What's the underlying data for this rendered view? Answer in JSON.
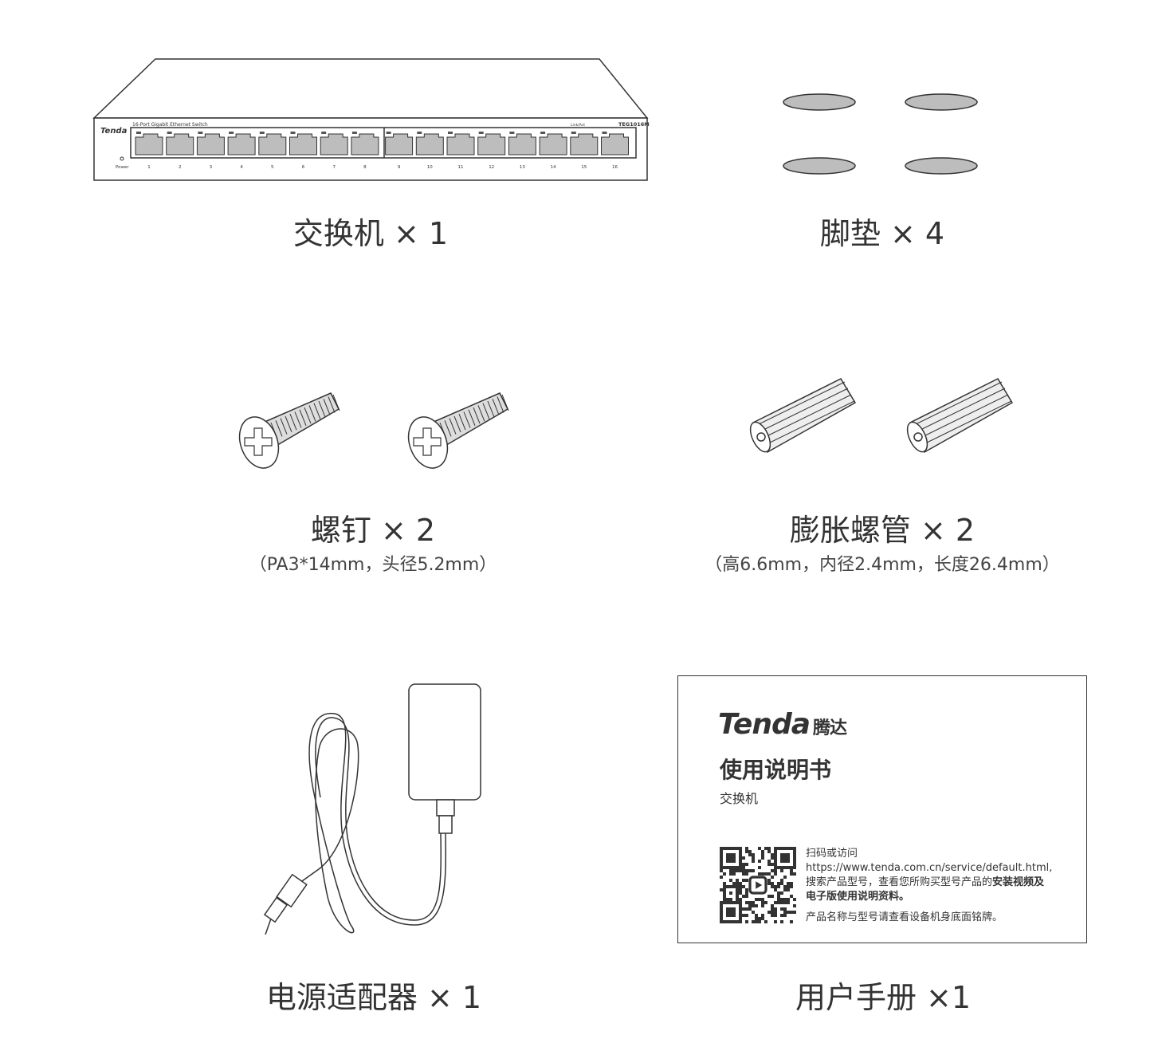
{
  "switch": {
    "brand": "Tenda",
    "panel_label": "16-Port Gigabit Ethernet Switch",
    "link_label": "Link/Act",
    "model": "TEG1016M",
    "power_label": "Power",
    "ports": [
      "1",
      "2",
      "3",
      "4",
      "5",
      "6",
      "7",
      "8",
      "9",
      "10",
      "11",
      "12",
      "13",
      "14",
      "15",
      "16"
    ],
    "caption": "交换机 × 1"
  },
  "feet": {
    "caption": "脚垫 × 4"
  },
  "screws": {
    "caption": "螺钉 × 2",
    "spec": "（PA3*14mm，头径5.2mm）"
  },
  "anchors": {
    "caption": "膨胀螺管 × 2",
    "spec": "（高6.6mm，内径2.4mm，长度26.4mm）"
  },
  "adapter": {
    "caption": "电源适配器 × 1"
  },
  "manual": {
    "caption": "用户手册 ×1",
    "logo": "Tenda",
    "logo_cn": "腾达",
    "title": "使用说明书",
    "subtitle": "交换机",
    "line1": "扫码或访问",
    "line2": "https://www.tenda.com.cn/service/default.html,",
    "line3a": "搜索产品型号，查看您所购买型号产品的",
    "line3b": "安装视频及",
    "line4": "电子版使用说明资料。",
    "line5": "产品名称与型号请查看设备机身底面铭牌。"
  },
  "colors": {
    "line": "#333333",
    "fill": "#bdbdbd"
  }
}
